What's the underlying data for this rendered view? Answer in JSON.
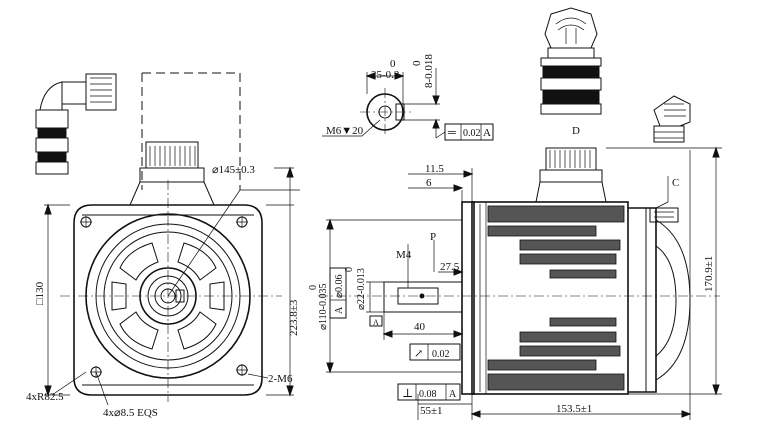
{
  "front_view": {
    "dim_pcd": "⌀145±0.3",
    "dim_flange_square": "□130",
    "dim_height_total": "223.8±3",
    "dim_corner_radius": "4xR82.5",
    "dim_holes": "4x⌀8.5 EQS",
    "dim_threads": "2-M6"
  },
  "shaft_section": {
    "dim_key_width": "0",
    "dim_key_width_value": "25-0.2",
    "dim_key_depth": "0",
    "dim_key_depth_value": "8-0.018",
    "dim_thread": "M6▼20",
    "tol_symbol": "═",
    "tol_value": "0.02",
    "tol_datum": "A"
  },
  "side_view": {
    "label_d": "D",
    "label_c": "C",
    "label_p": "P",
    "dim_11_5": "11.5",
    "dim_6": "6",
    "dim_m4": "M4",
    "dim_27_5": "27.5",
    "dim_pilot": "⌀110-0.035",
    "dim_pilot_zero": "0",
    "tol_pilot_value": "⌀0.06",
    "tol_pilot_datum": "A",
    "dim_shaft": "⌀22-0.013",
    "dim_shaft_zero": "0",
    "datum_a": "A",
    "dim_40": "40",
    "tol_runout_value": "0.02",
    "tol_perp_value": "0.08",
    "tol_perp_datum": "A",
    "dim_55": "55±1",
    "dim_153": "153.5±1",
    "dim_170": "170.9±1"
  }
}
